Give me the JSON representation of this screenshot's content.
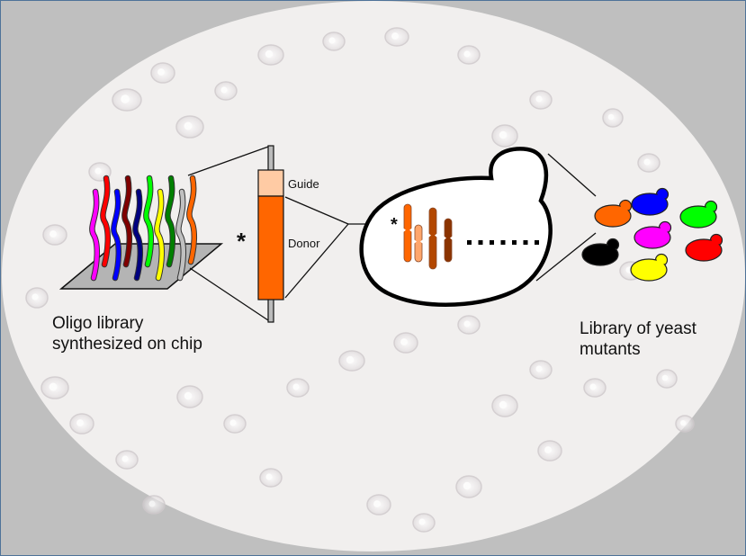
{
  "diagram": {
    "labels": {
      "chip": [
        "Oligo library",
        "synthesized on chip"
      ],
      "guide": "Guide",
      "donor": "Donor",
      "asterisk": "*",
      "yeast_library": [
        "Library of yeast",
        "mutants"
      ]
    },
    "oligo_colors": [
      "#ff00ff",
      "#ff0000",
      "#0000ff",
      "#800000",
      "#000080",
      "#00ff00",
      "#ffff00",
      "#008000",
      "#c0c0c0",
      "#ff6600"
    ],
    "construct_colors": {
      "guide": "#ffcba4",
      "donor": "#ff6600"
    },
    "chromosome_colors": [
      "#ff6600",
      "#ffa66b",
      "#b34700",
      "#8b3300"
    ],
    "mutant_colors": [
      "#ff6600",
      "#0000ff",
      "#00ff00",
      "#ff00ff",
      "#000000",
      "#ff0000",
      "#ffff00"
    ],
    "background": {
      "ellipse_fill": "#f1efee",
      "outer_fill": "#bfbfbf",
      "frame_border": "#4f7399"
    }
  }
}
